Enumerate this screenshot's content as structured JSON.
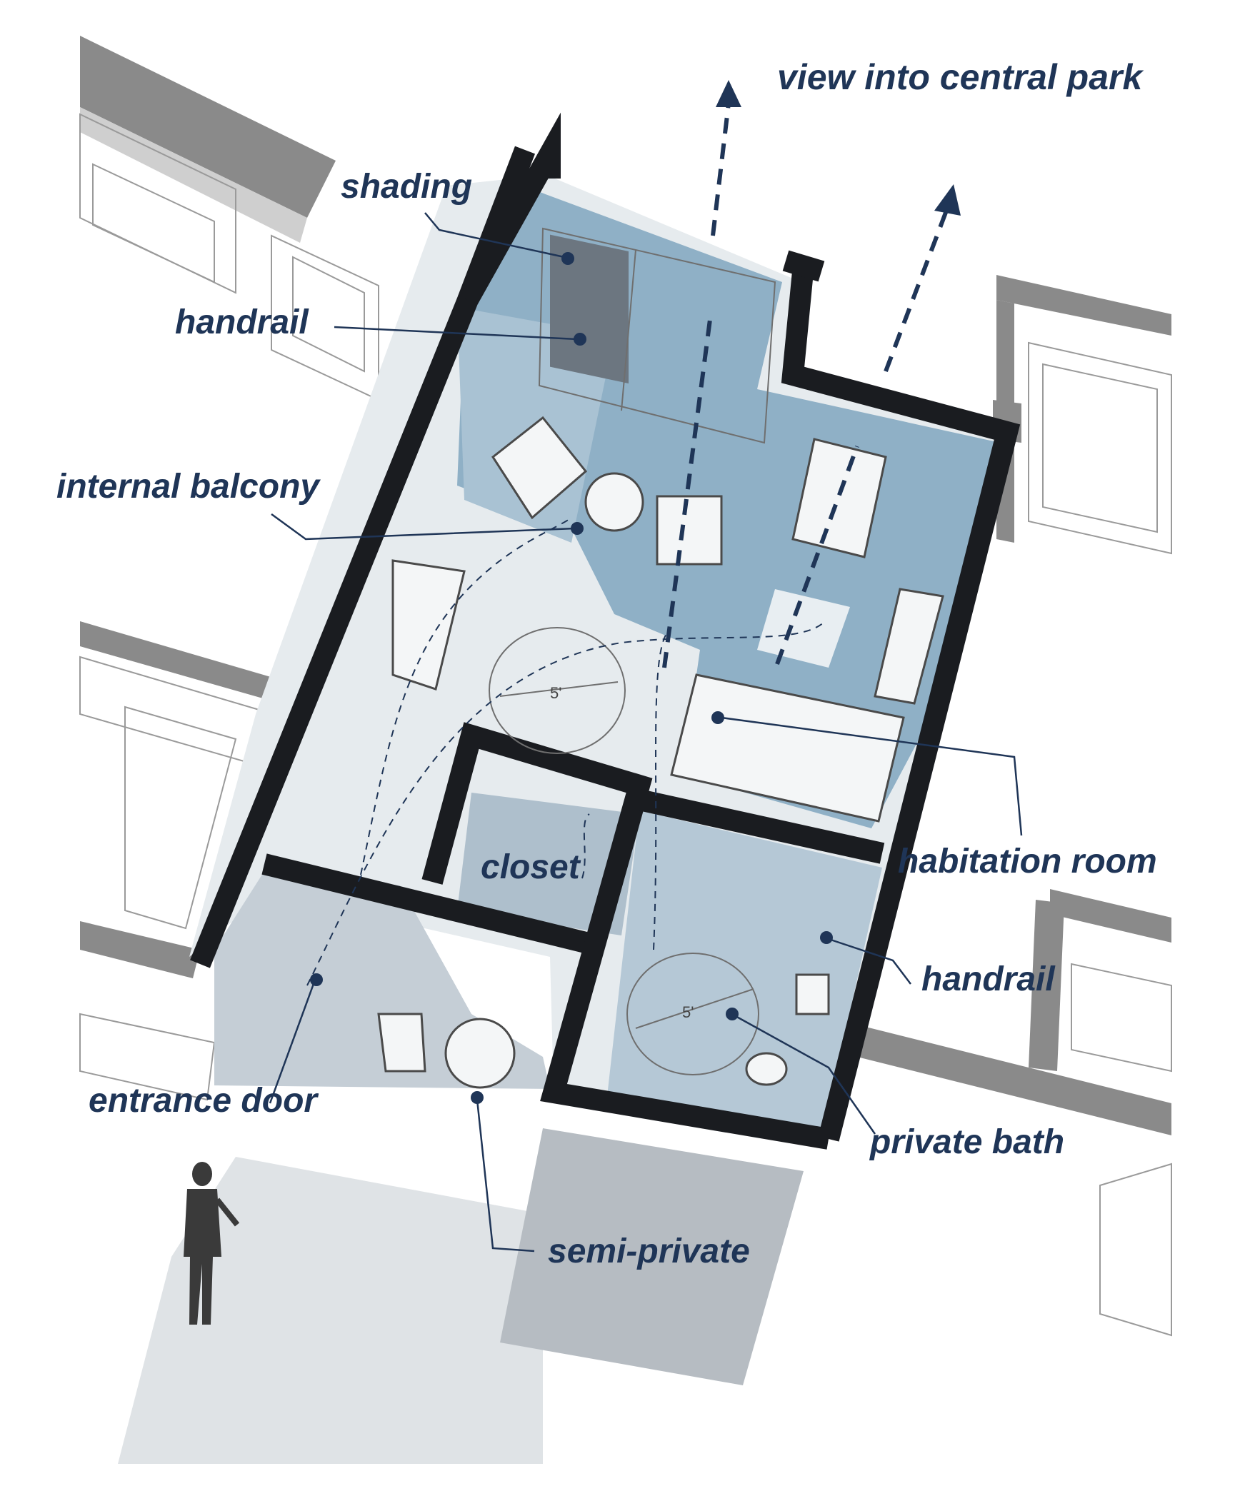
{
  "title": "",
  "colors": {
    "label": "#1f3557",
    "wall": "#1a1c20",
    "floor_blue": "#8fb0c6",
    "floor_light": "#e6ebee",
    "neighbor_gray": "#8a8a8a"
  },
  "labels": {
    "view": "view into central park",
    "shading": "shading",
    "handrail_top": "handrail",
    "internal_balcony": "internal balcony",
    "closet": "closet",
    "habitation_room": "habitation room",
    "handrail_bath": "handrail",
    "entrance_door": "entrance door",
    "private_bath": "private bath",
    "semi_private": "semi-private",
    "turning_circle_main": "5'",
    "turning_circle_bath": "5'"
  },
  "icons": {
    "person": "person-silhouette-icon",
    "view_arrow": "arrow-up-icon"
  }
}
